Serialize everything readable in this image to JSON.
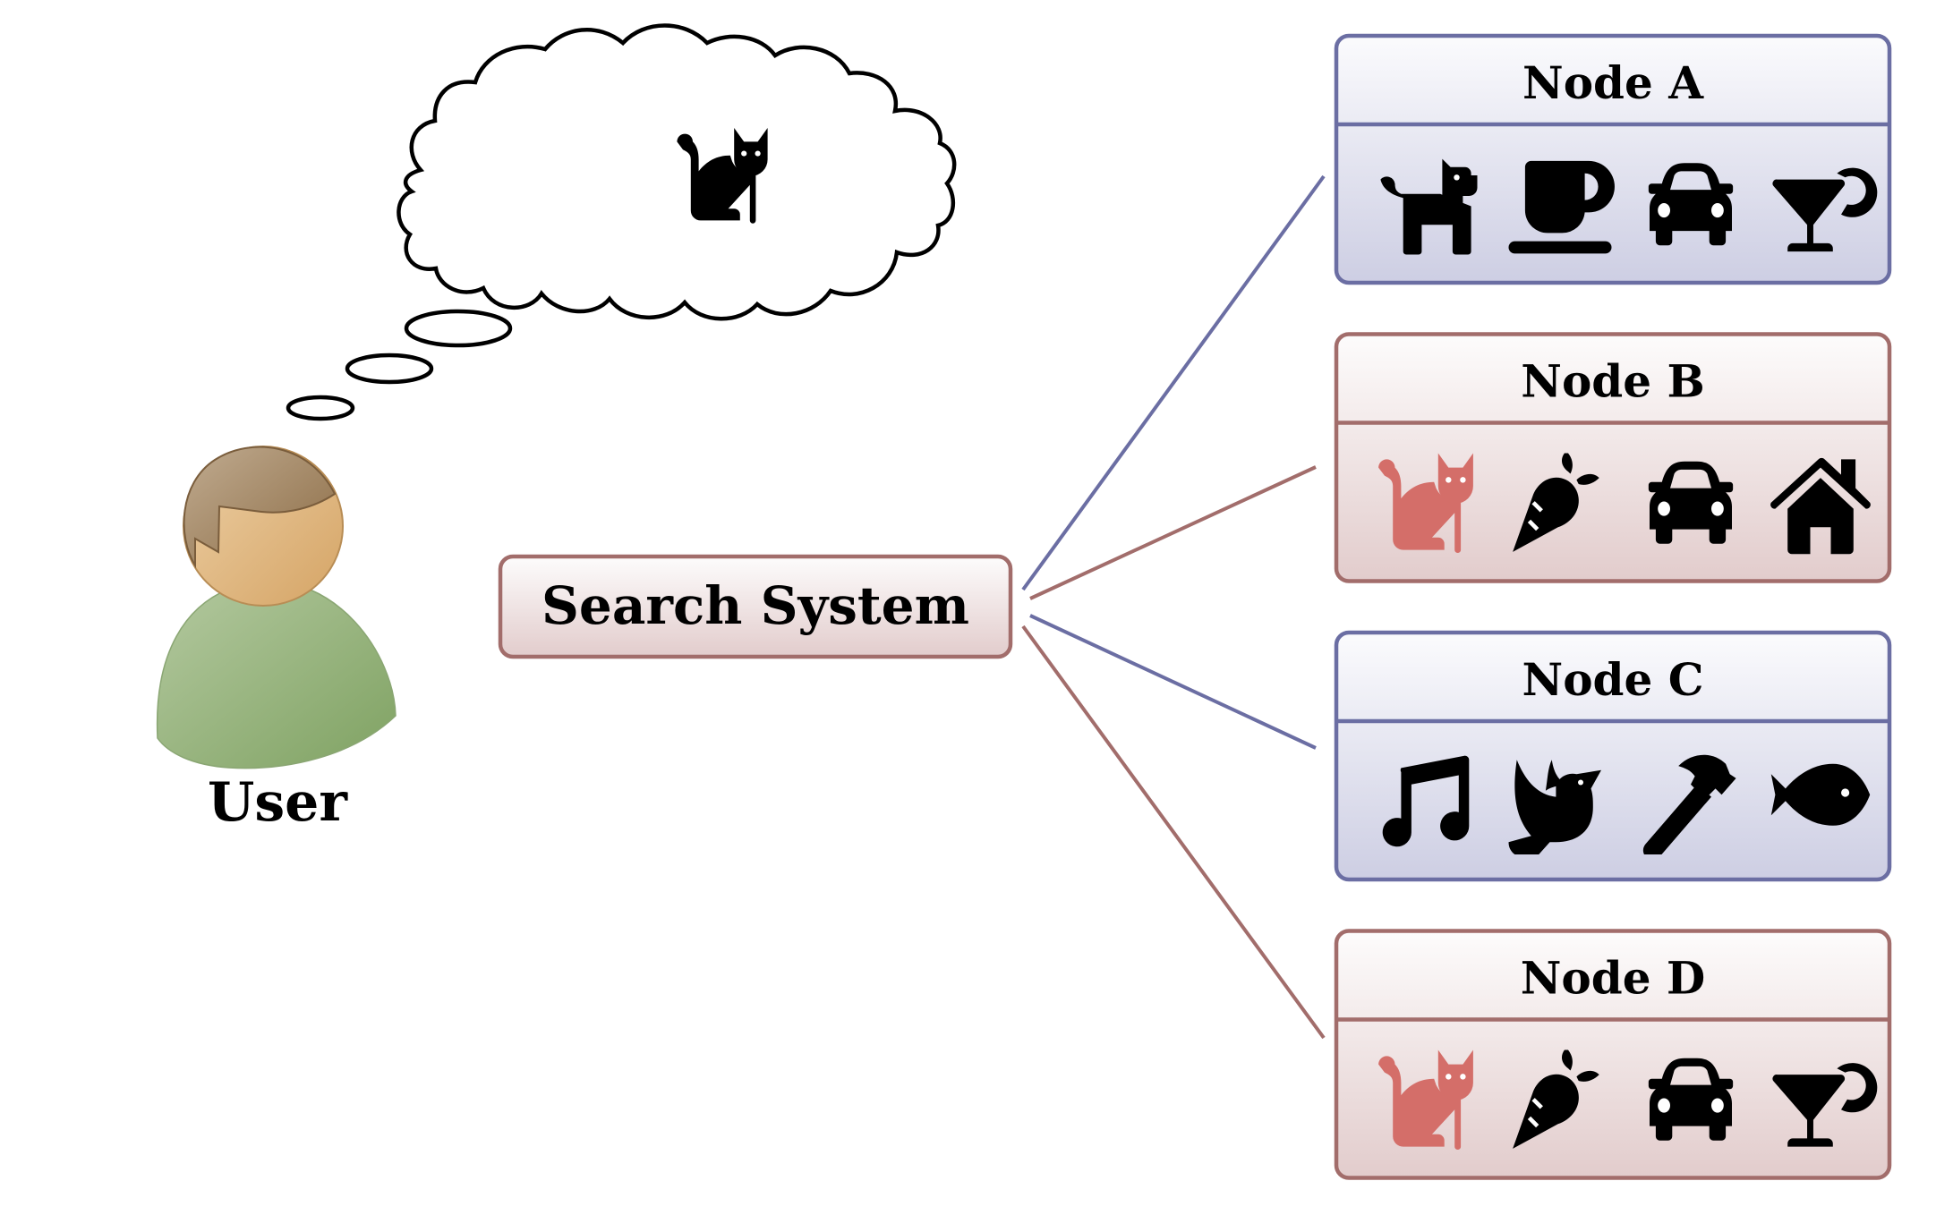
{
  "diagram": {
    "user": {
      "label": "User",
      "thought": {
        "icon": "cat-icon",
        "color": "#000000"
      }
    },
    "search_system": {
      "label": "Search System",
      "theme": "red"
    },
    "themes": {
      "blue": {
        "border": "#6b6ea3",
        "fill_top": "#fbfbfd",
        "fill_bottom": "#cdcee3",
        "line": "#6b6ea3"
      },
      "red": {
        "border": "#a26d6b",
        "fill_top": "#fdfcfc",
        "fill_bottom": "#e2cccc",
        "line": "#a26d6b"
      }
    },
    "highlight_color": "#d46e69",
    "nodes": [
      {
        "id": "A",
        "label": "Node A",
        "theme": "blue",
        "items": [
          {
            "icon": "dog-icon",
            "match": false
          },
          {
            "icon": "coffee-icon",
            "match": false
          },
          {
            "icon": "car-icon",
            "match": false
          },
          {
            "icon": "cocktail-icon",
            "match": false
          }
        ]
      },
      {
        "id": "B",
        "label": "Node B",
        "theme": "red",
        "items": [
          {
            "icon": "cat-icon",
            "match": true
          },
          {
            "icon": "carrot-icon",
            "match": false
          },
          {
            "icon": "car-icon",
            "match": false
          },
          {
            "icon": "house-icon",
            "match": false
          }
        ]
      },
      {
        "id": "C",
        "label": "Node C",
        "theme": "blue",
        "items": [
          {
            "icon": "music-icon",
            "match": false
          },
          {
            "icon": "dove-icon",
            "match": false
          },
          {
            "icon": "hammer-icon",
            "match": false
          },
          {
            "icon": "fish-icon",
            "match": false
          }
        ]
      },
      {
        "id": "D",
        "label": "Node D",
        "theme": "red",
        "items": [
          {
            "icon": "cat-icon",
            "match": true
          },
          {
            "icon": "carrot-icon",
            "match": false
          },
          {
            "icon": "car-icon",
            "match": false
          },
          {
            "icon": "cocktail-icon",
            "match": false
          }
        ]
      }
    ]
  }
}
